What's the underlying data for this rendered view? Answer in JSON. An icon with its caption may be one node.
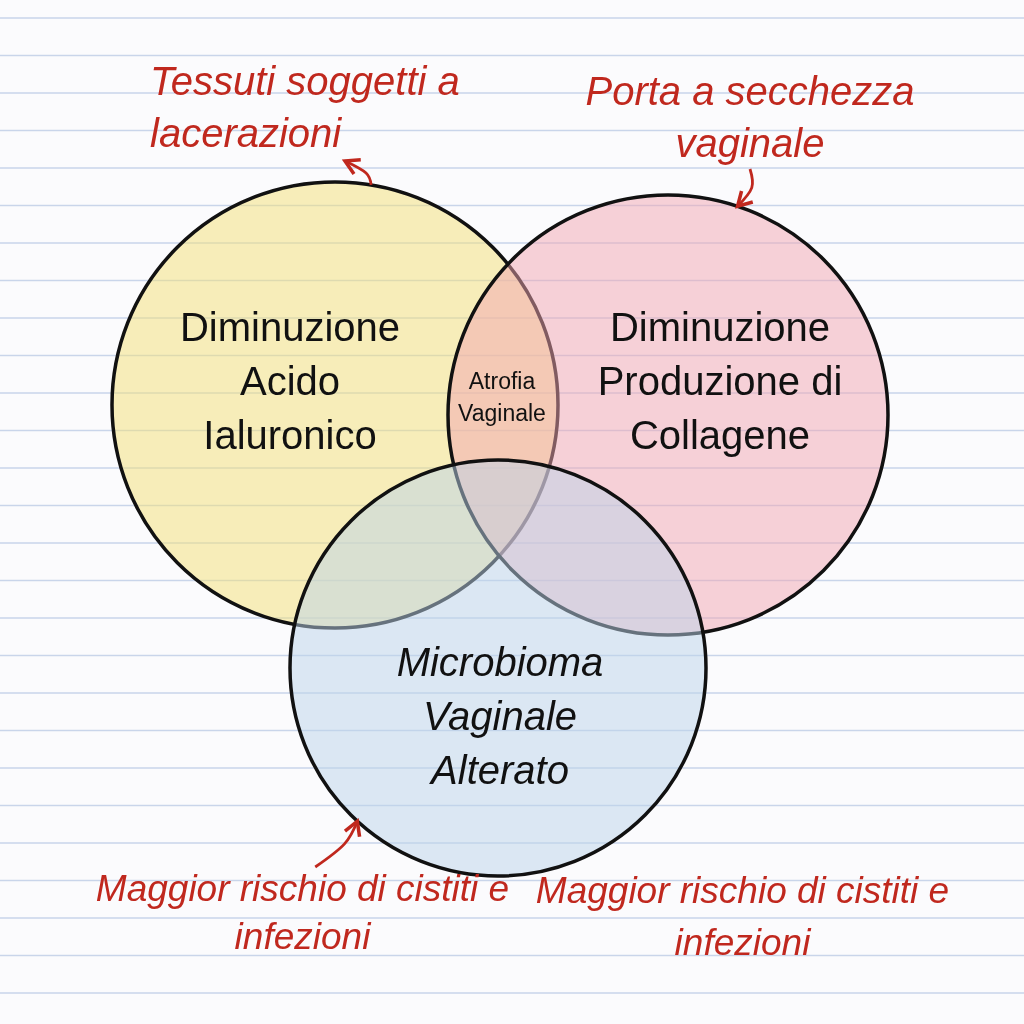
{
  "diagram": {
    "nodes": [
      {
        "text": [
          "Diminuzione Acido Ialuronico"
        ]
      },
      {
        "text": [
          "Diminuzione Produzione di Collagene"
        ]
      },
      {
        "text": [
          "Microbioma Vaginale Alterato"
        ]
      },
      {
        "text": [
          "Tessuti soggetti a lacerazioni"
        ]
      },
      {
        "text": [
          "Porta a secchezza vaginale"
        ]
      },
      {
        "text": [
          "Maggior rischio di cistiti e infezioni"
        ]
      }
    ],
    "edges": [
      {
        "from": 0,
        "to": 3,
        "arrow": "to"
      },
      {
        "from": 4,
        "to": 1,
        "arrow": "to"
      },
      {
        "from": 5,
        "to": 2,
        "arrow": "to"
      }
    ],
    "labels": [
      "Atrofia Vaginale",
      "Maggior rischio di cistiti e infezioni"
    ]
  }
}
